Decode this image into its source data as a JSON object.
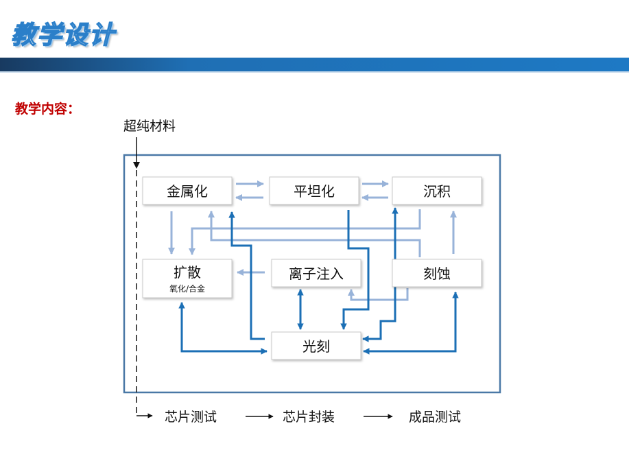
{
  "header": {
    "title": "教学设计"
  },
  "section": {
    "label": "教学内容："
  },
  "input_label": "超纯材料",
  "nodes": {
    "metallization": "金属化",
    "planarization": "平坦化",
    "deposition": "沉积",
    "diffusion": "扩散",
    "diffusion_sub": "氧化/合金",
    "ion_implant": "离子注入",
    "etching": "刻蚀",
    "lithography": "光刻"
  },
  "flow": {
    "chip_test": "芯片测试",
    "chip_package": "芯片封装",
    "final_test": "成品测试"
  },
  "colors": {
    "dark_arrow": "#1b6fb5",
    "light_arrow": "#98b3d9",
    "frame": "#4a78a6",
    "header_blue": "#1e79c4",
    "section_red": "#c00000"
  }
}
